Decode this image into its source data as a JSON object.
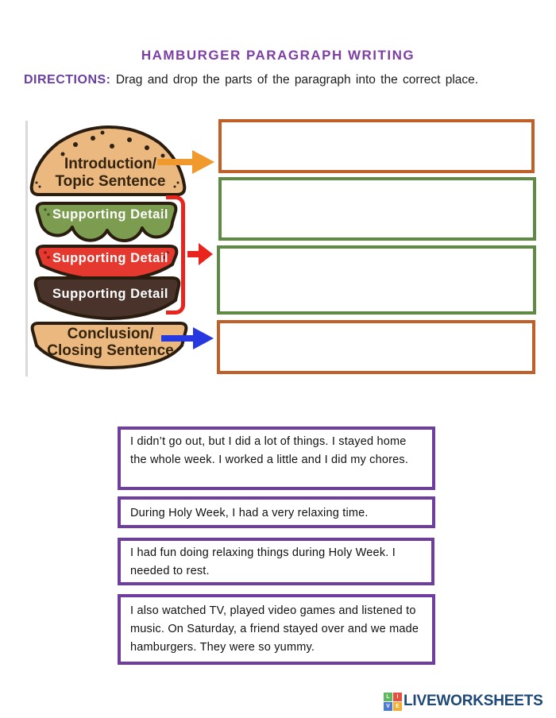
{
  "page": {
    "title": "HAMBURGER PARAGRAPH WRITING",
    "directions_label": "DIRECTIONS:",
    "directions_text": "Drag and drop the parts of the paragraph into the correct place."
  },
  "hamburger": {
    "top_bun_line1": "Introduction/",
    "top_bun_line2": "Topic Sentence",
    "lettuce_label": "Supporting Detail",
    "tomato_label": "Supporting Detail",
    "patty_label": "Supporting Detail",
    "bottom_bun_line1": "Conclusion/",
    "bottom_bun_line2": "Closing Sentence"
  },
  "drop_zones": [
    {
      "name": "introduction-zone",
      "border_color": "#C05F27"
    },
    {
      "name": "supporting-detail-zone-1",
      "border_color": "#5E8A44"
    },
    {
      "name": "supporting-detail-zone-2",
      "border_color": "#5E8A44"
    },
    {
      "name": "conclusion-zone",
      "border_color": "#C05F27"
    }
  ],
  "draggables": [
    {
      "text": "I didn’t go out, but I did a lot of things. I stayed home the whole week. I worked a little and I did my chores."
    },
    {
      "text": "During Holy Week, I had a very relaxing time."
    },
    {
      "text": "I had fun doing relaxing things during Holy Week. I needed to rest."
    },
    {
      "text": "I also watched TV, played video games and listened to music.  On Saturday, a friend stayed over and we made hamburgers. They were so yummy."
    }
  ],
  "colors": {
    "title_purple": "#7E3FA5",
    "directions_purple": "#6A3FA0",
    "body_text": "#1b1b1b",
    "zone_orange_border": "#C05F27",
    "zone_green_border": "#5E8A44",
    "drag_purple_border": "#6F3DA0",
    "bun_tan": "#EBB97F",
    "lettuce_green": "#7C9C50",
    "tomato_red": "#E5392F",
    "patty_brown": "#4A332B",
    "outline_dark": "#2A1D10",
    "arrow_orange": "#F0992D",
    "arrow_red": "#E8241C",
    "arrow_blue": "#2638DF",
    "logo_navy": "#1D4877"
  },
  "footer": {
    "logo_text": "LIVEWORKSHEETS",
    "logo_squares": [
      {
        "letter": "L",
        "color": "#5CB85C"
      },
      {
        "letter": "I",
        "color": "#E94F3D"
      },
      {
        "letter": "V",
        "color": "#4A7BD0"
      },
      {
        "letter": "E",
        "color": "#F0AD2E"
      }
    ]
  }
}
